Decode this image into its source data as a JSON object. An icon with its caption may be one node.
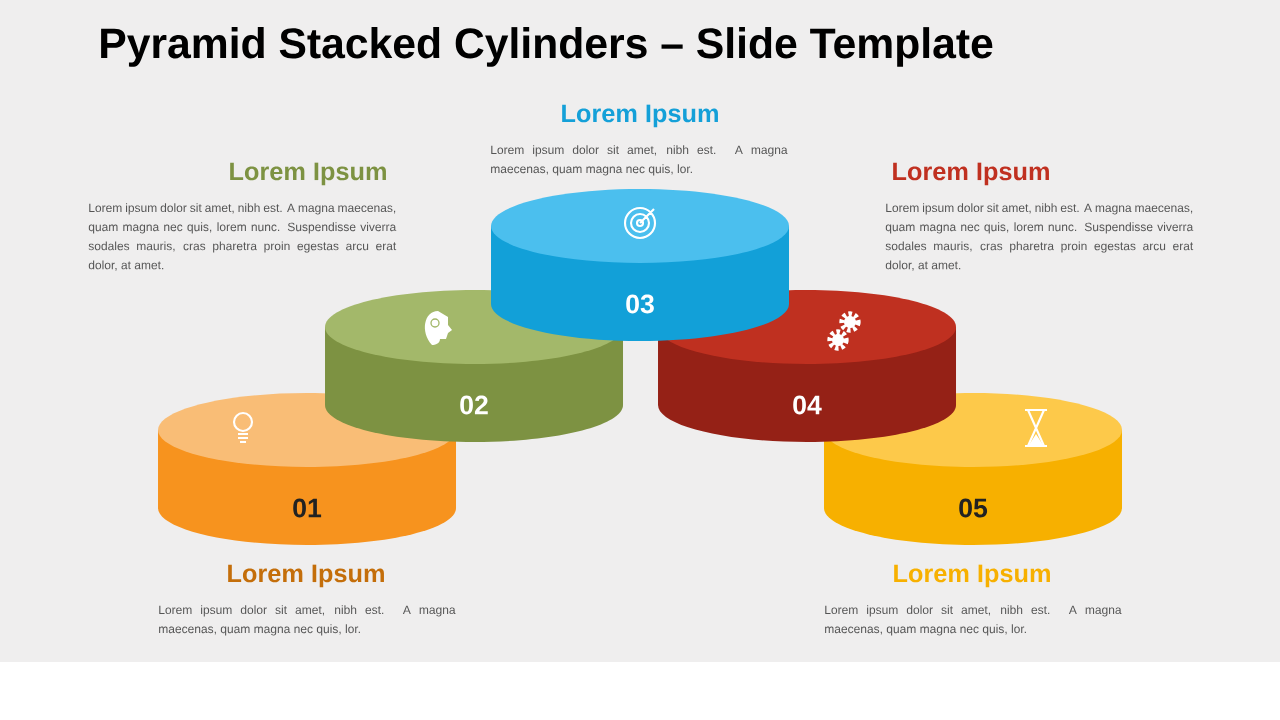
{
  "diagram": {
    "title": "Pyramid Stacked Cylinders – Slide Template",
    "nodes": [
      {
        "text": [
          "01"
        ]
      },
      {
        "text": [
          "02"
        ]
      },
      {
        "text": [
          "03"
        ]
      },
      {
        "text": [
          "04"
        ]
      },
      {
        "text": [
          "05"
        ]
      }
    ],
    "labels": [
      "Lorem Ipsum",
      "Lorem ipsum dolor sit amet, nibh est. A magna maecenas, quam magna nec quis, lor.",
      "Lorem Ipsum",
      "Lorem ipsum dolor sit amet, nibh est. A magna maecenas, quam magna nec quis, lorem nunc. Suspendisse viverra sodales mauris, cras pharetra proin egestas arcu erat dolor, at amet.",
      "Lorem Ipsum",
      "Lorem ipsum dolor sit amet, nibh est. A magna maecenas, quam magna nec quis, lorem nunc. Suspendisse viverra sodales mauris, cras pharetra proin egestas arcu erat dolor, at amet.",
      "Lorem Ipsum",
      "Lorem ipsum dolor sit amet, nibh est. A magna maecenas, quam magna nec quis, lor.",
      "Lorem Ipsum",
      "Lorem ipsum dolor sit amet, nibh est. A magna maecenas, quam magna nec quis, lor."
    ]
  }
}
